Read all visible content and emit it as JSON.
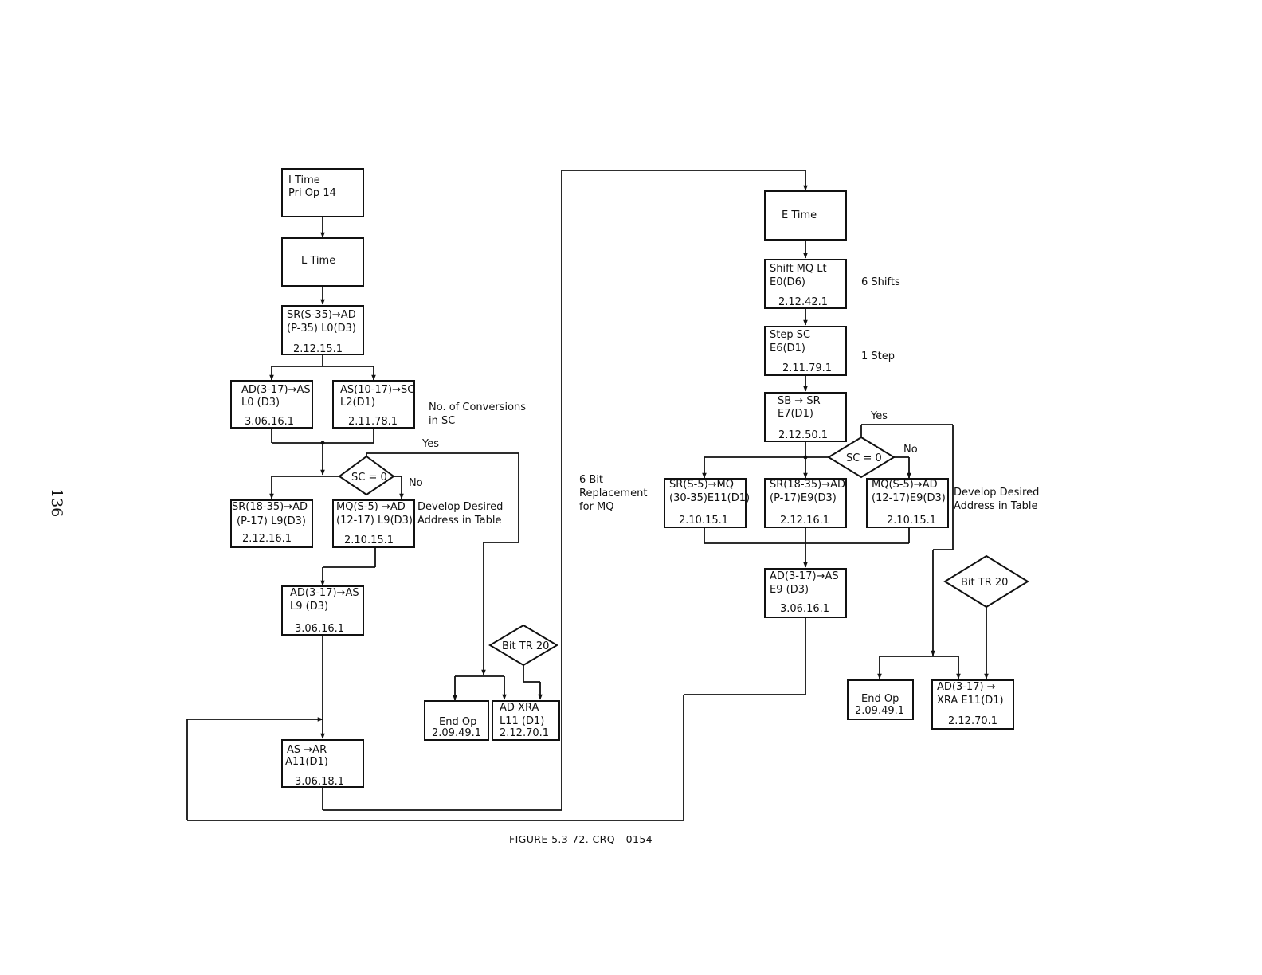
{
  "page_number": "136",
  "caption": "FIGURE 5.3-72.  CRQ - 0154",
  "left": {
    "i_time": [
      "I Time",
      "Pri Op 14"
    ],
    "l_time": "L Time",
    "box_sr_ad": [
      "SR(S-35)→AD",
      "(P-35) L0(D3)",
      "2.12.15.1"
    ],
    "box_ad_as_l0": [
      "AD(3-17)→AS",
      "L0 (D3)",
      "3.06.16.1"
    ],
    "box_as_sc": [
      "AS(10-17)→SC",
      "L2(D1)",
      "2.11.78.1"
    ],
    "note_conversions": [
      "No. of Conversions",
      "in SC"
    ],
    "yes": "Yes",
    "no": "No",
    "diamond_sc": "SC = 0",
    "box_sr_ad_l9": [
      "SR(18-35)→AD",
      "(P-17) L9(D3)",
      "2.12.16.1"
    ],
    "box_mq_ad_l9": [
      "MQ(S-5) →AD",
      "(12-17) L9(D3)",
      "2.10.15.1"
    ],
    "note_develop": [
      "Develop Desired",
      "Address in Table"
    ],
    "box_ad_as_l9": [
      "AD(3-17)→AS",
      "L9 (D3)",
      "3.06.16.1"
    ],
    "diamond_bit": "Bit TR 20",
    "box_end_op": [
      "End Op",
      "2.09.49.1"
    ],
    "box_ad_xra": [
      "AD   XRA",
      "L11 (D1)",
      "2.12.70.1"
    ],
    "box_as_ar": [
      "AS →AR",
      "A11(D1)",
      "3.06.18.1"
    ]
  },
  "middle_note": [
    "6 Bit",
    "Replacement",
    "for MQ"
  ],
  "right": {
    "e_time": "E Time",
    "box_shift": [
      "Shift MQ Lt",
      "E0(D6)",
      "2.12.42.1"
    ],
    "note_shifts": "6 Shifts",
    "box_step": [
      "Step SC",
      "E6(D1)",
      "2.11.79.1"
    ],
    "note_step": "1 Step",
    "box_sb_sr": [
      "SB → SR",
      "E7(D1)",
      "2.12.50.1"
    ],
    "yes": "Yes",
    "no": "No",
    "diamond_sc": "SC = 0",
    "box_sr_mq": [
      "SR(S-5)→MQ",
      "(30-35)E11(D1)",
      "2.10.15.1"
    ],
    "box_sr_ad_e9": [
      "SR(18-35)→AD",
      "(P-17)E9(D3)",
      "2.12.16.1"
    ],
    "box_mq_ad_e9": [
      "MQ(S-5)→AD",
      "(12-17)E9(D3)",
      "2.10.15.1"
    ],
    "note_develop": [
      "Develop Desired",
      "Address in Table"
    ],
    "box_ad_as_e9": [
      "AD(3-17)→AS",
      "E9 (D3)",
      "3.06.16.1"
    ],
    "diamond_bit": "Bit TR 20",
    "box_end_op": [
      "End Op",
      "2.09.49.1"
    ],
    "box_ad_xra": [
      "AD(3-17) →",
      "XRA E11(D1)",
      "2.12.70.1"
    ]
  }
}
